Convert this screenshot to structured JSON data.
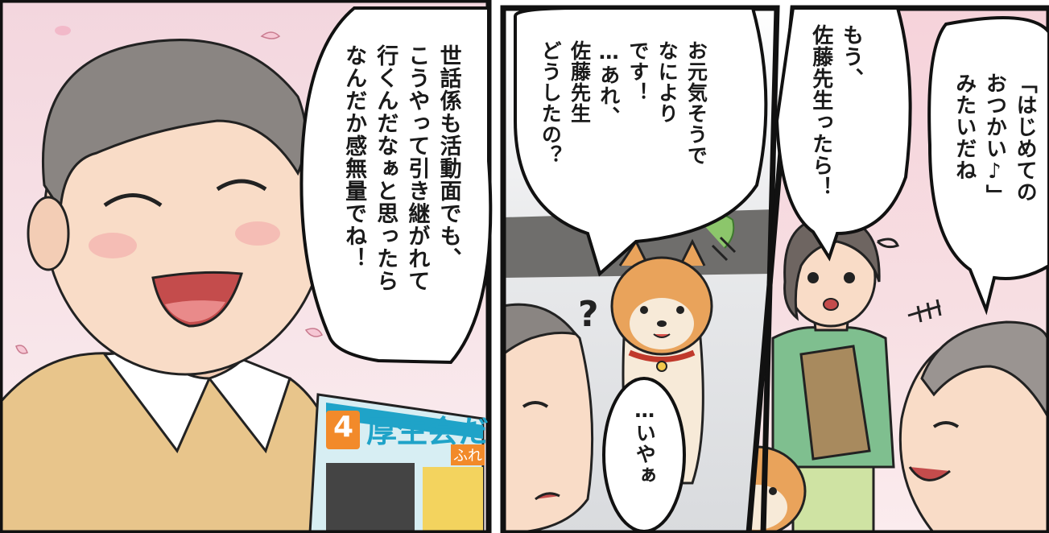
{
  "panels": {
    "left": {
      "speech": [
        "世話係も活動面でも、",
        "こうやって引き継がれて",
        "行くんだなぁと思ったら",
        "なんだか感無量でね！"
      ],
      "magazine": {
        "issue_number": "4",
        "title": "厚生会だ",
        "sub": "ふれ"
      }
    },
    "middle": {
      "speech": [
        "お元気そうで",
        "なにより",
        "です！",
        "…あれ、",
        "佐藤先生",
        "どうしたの？"
      ],
      "reply": "…いやぁ",
      "question_mark": "?"
    },
    "right": {
      "speech_top": [
        "「はじめての",
        "おつかい♪」",
        "みたいだね"
      ],
      "speech_woman": [
        "もう、",
        "佐藤先生ったら！"
      ]
    }
  },
  "colors": {
    "border": "#111111",
    "sky_pink": "#f6d9df",
    "skin": "#f9dcc7",
    "hair_gray": "#8a8582",
    "vest": "#e8c58b",
    "cardigan": "#7fbf8f",
    "shiba": "#e9a35b",
    "collar": "#c0392b"
  }
}
